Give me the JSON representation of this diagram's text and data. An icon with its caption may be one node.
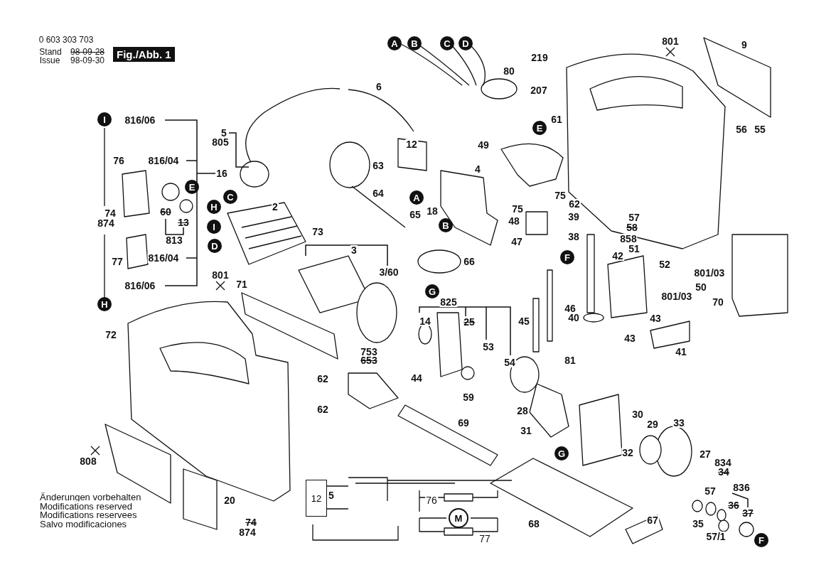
{
  "diagram": {
    "nodes": [
      {
        "text": [
          "Fig./Abb. 1"
        ]
      },
      {
        "text": [
          "A"
        ]
      },
      {
        "text": [
          "B"
        ]
      },
      {
        "text": [
          "C"
        ]
      },
      {
        "text": [
          "D"
        ]
      },
      {
        "text": [
          "I"
        ]
      },
      {
        "text": [
          "E"
        ]
      },
      {
        "text": [
          "E"
        ]
      },
      {
        "text": [
          "C"
        ]
      },
      {
        "text": [
          "A"
        ]
      },
      {
        "text": [
          "H"
        ]
      },
      {
        "text": [
          "B"
        ]
      },
      {
        "text": [
          "I"
        ]
      },
      {
        "text": [
          "D"
        ]
      },
      {
        "text": [
          "F"
        ]
      },
      {
        "text": [
          "G"
        ]
      },
      {
        "text": [
          "H"
        ]
      },
      {
        "text": [
          "G"
        ]
      },
      {
        "text": [
          "F"
        ]
      },
      {
        "text": [
          "12"
        ]
      },
      {
        "text": [
          "M"
        ]
      }
    ],
    "labels": [
      "0 603 303 703",
      "Stand",
      "98-09-28",
      "Issue",
      "98-09-30",
      "801",
      "9",
      "219",
      "80",
      "6",
      "207",
      "816/06",
      "61",
      "56",
      "55",
      "5",
      "805",
      "12",
      "49",
      "816/04",
      "76",
      "63",
      "4",
      "16",
      "64",
      "75",
      "18",
      "2",
      "62",
      "75",
      "65",
      "39",
      "60",
      "74",
      "57",
      "48",
      "13",
      "874",
      "58",
      "73",
      "38",
      "858",
      "813",
      "47",
      "51",
      "3",
      "42",
      "816/04",
      "66",
      "77",
      "52",
      "3/60",
      "801",
      "801/03",
      "71",
      "816/06",
      "50",
      "801/03",
      "825",
      "70",
      "46",
      "43",
      "40",
      "14",
      "25",
      "45",
      "72",
      "43",
      "53",
      "753",
      "41",
      "653",
      "81",
      "54",
      "62",
      "44",
      "59",
      "62",
      "28",
      "30",
      "33",
      "69",
      "29",
      "31",
      "32",
      "27",
      "808",
      "834",
      "34",
      "5",
      "836",
      "57",
      "20",
      "Änderungen vorbehalten",
      "Modifications reserved",
      "76",
      "36",
      "Modifications reservees",
      "37",
      "35",
      "68",
      "67",
      "74",
      "Salvo modificaciones",
      "874",
      "57/1",
      "77"
    ]
  }
}
